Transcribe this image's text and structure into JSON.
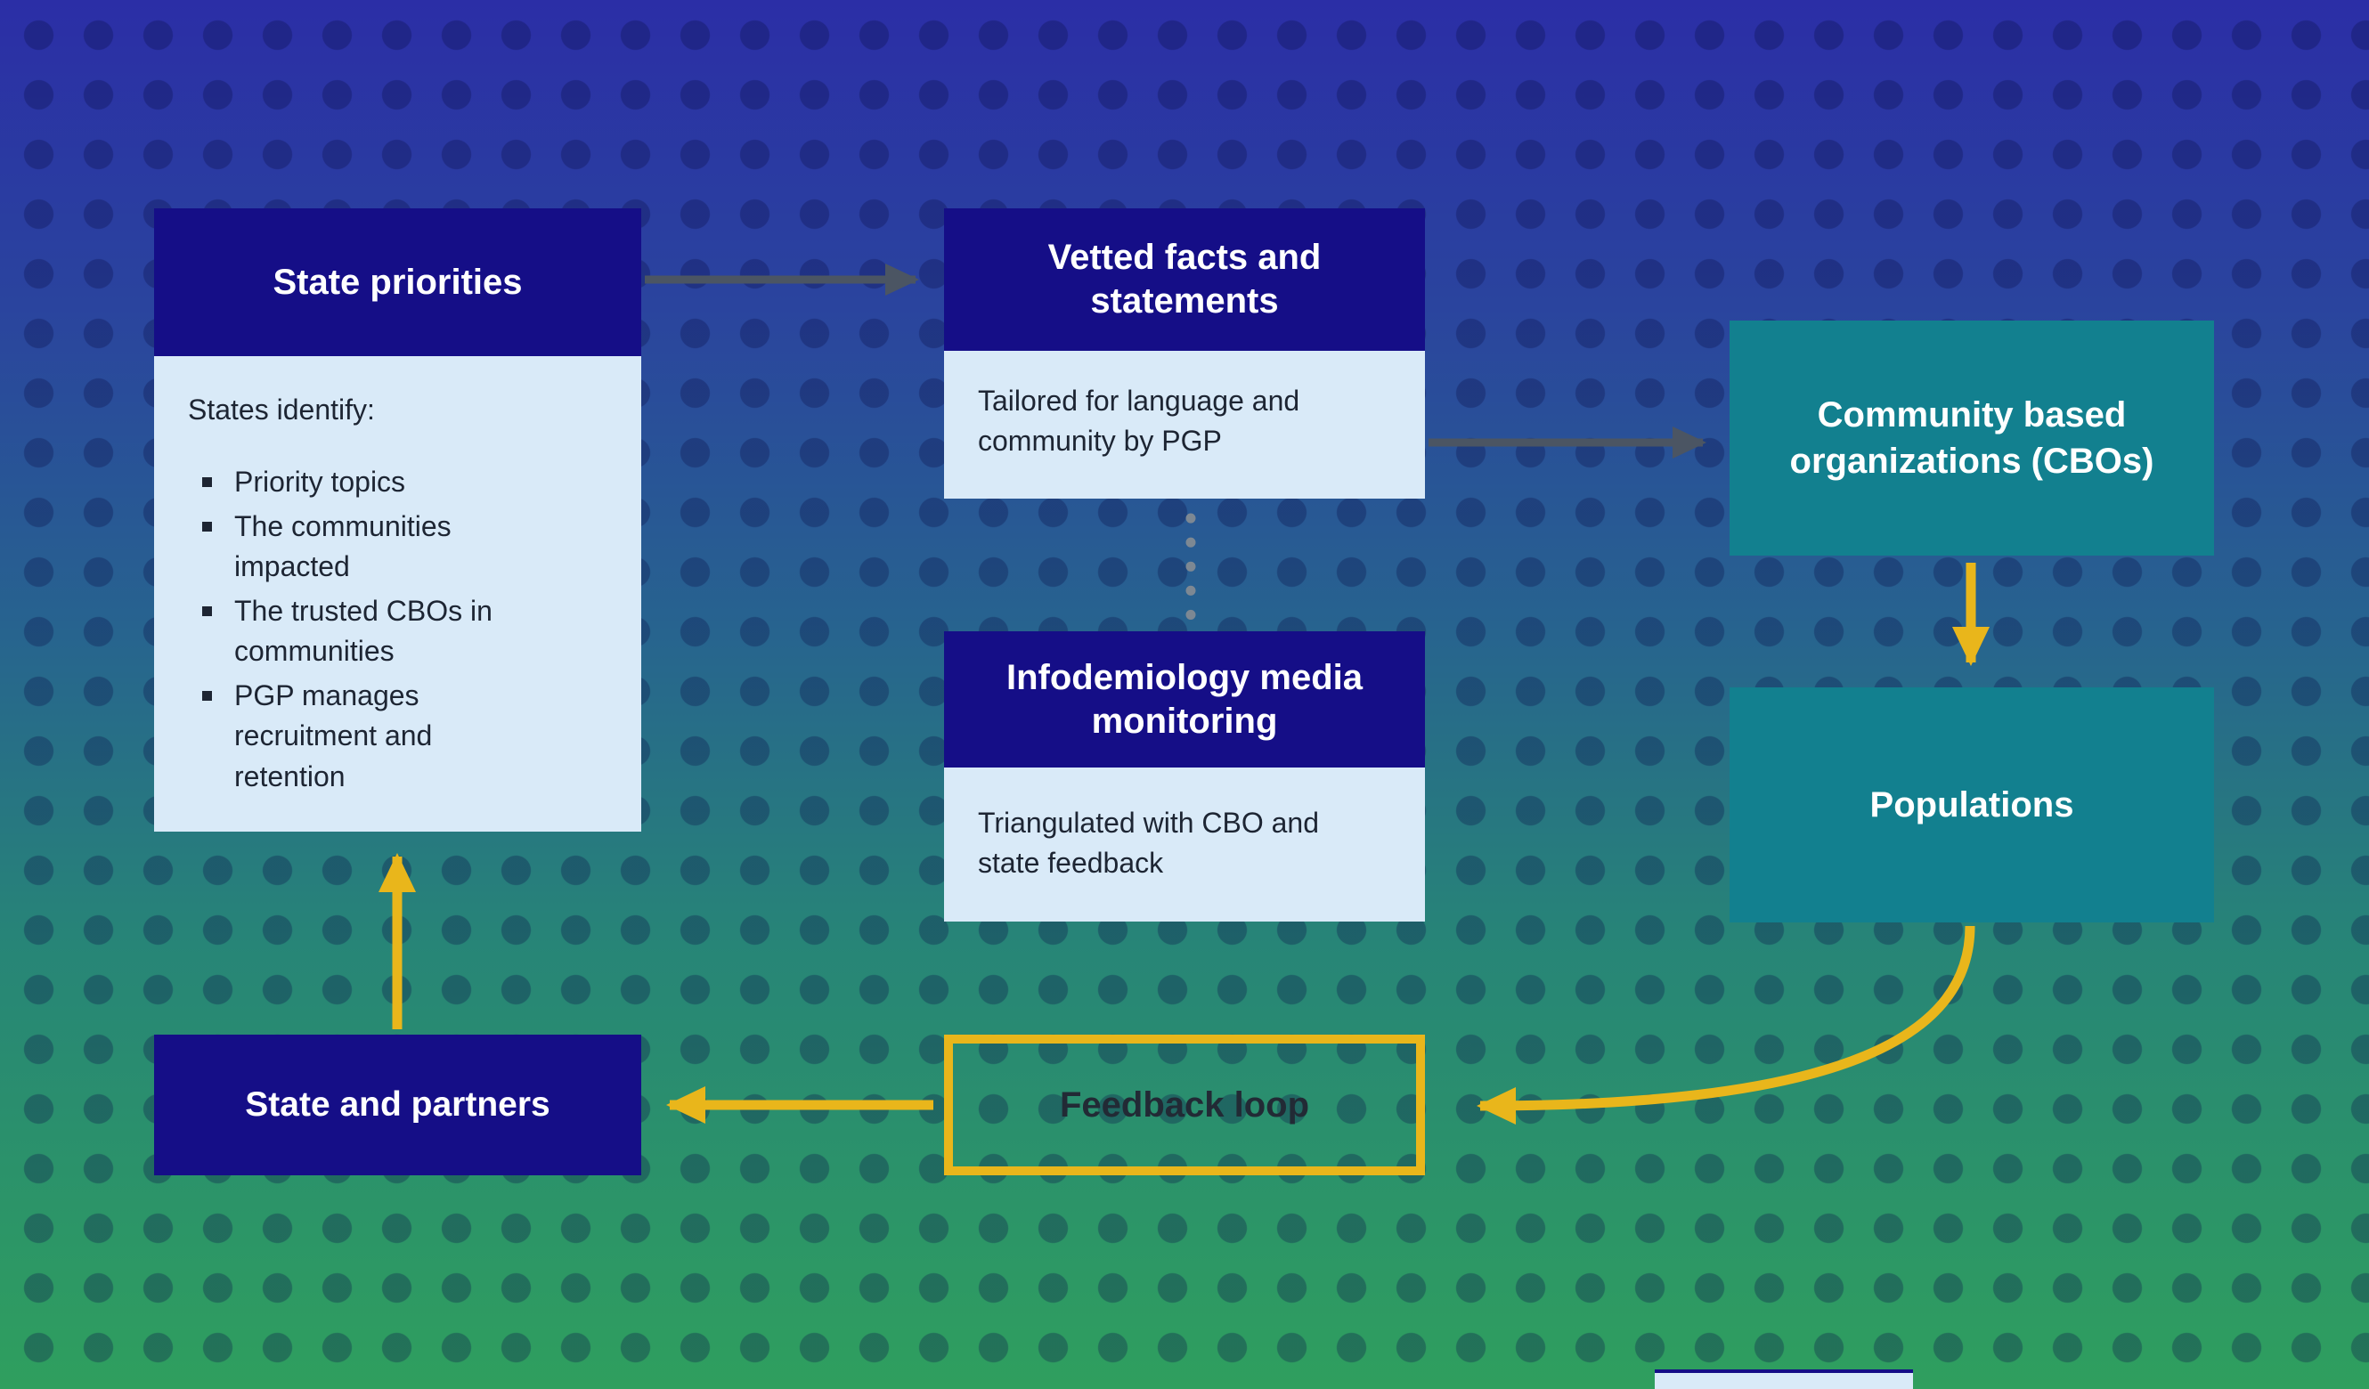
{
  "background": {
    "gradient_top": "#2b2ea6",
    "gradient_bottom": "#2f9f5e",
    "pattern": "halftone-dots"
  },
  "colors": {
    "navy": "#150e87",
    "light_blue": "#d9eaf8",
    "teal": "#12808f",
    "yellow": "#e9b61b",
    "arrow_gray": "#4b5563",
    "dark_text": "#1d2533",
    "white": "#ffffff"
  },
  "boxes": {
    "state_priorities": {
      "title": "State priorities",
      "intro": "States identify:",
      "bullets": [
        "Priority topics",
        "The communities impacted",
        "The trusted CBOs in communities",
        "PGP manages recruitment and retention"
      ]
    },
    "vetted_facts": {
      "title": "Vetted facts and statements",
      "body": "Tailored for language and community by PGP"
    },
    "infodemiology": {
      "title": "Infodemiology media monitoring",
      "body": "Triangulated with CBO and state feedback"
    },
    "cbos": {
      "title": "Community based organizations (CBOs)"
    },
    "populations": {
      "title": "Populations"
    },
    "state_partners": {
      "title": "State and partners"
    },
    "feedback_loop": {
      "title": "Feedback loop"
    }
  }
}
